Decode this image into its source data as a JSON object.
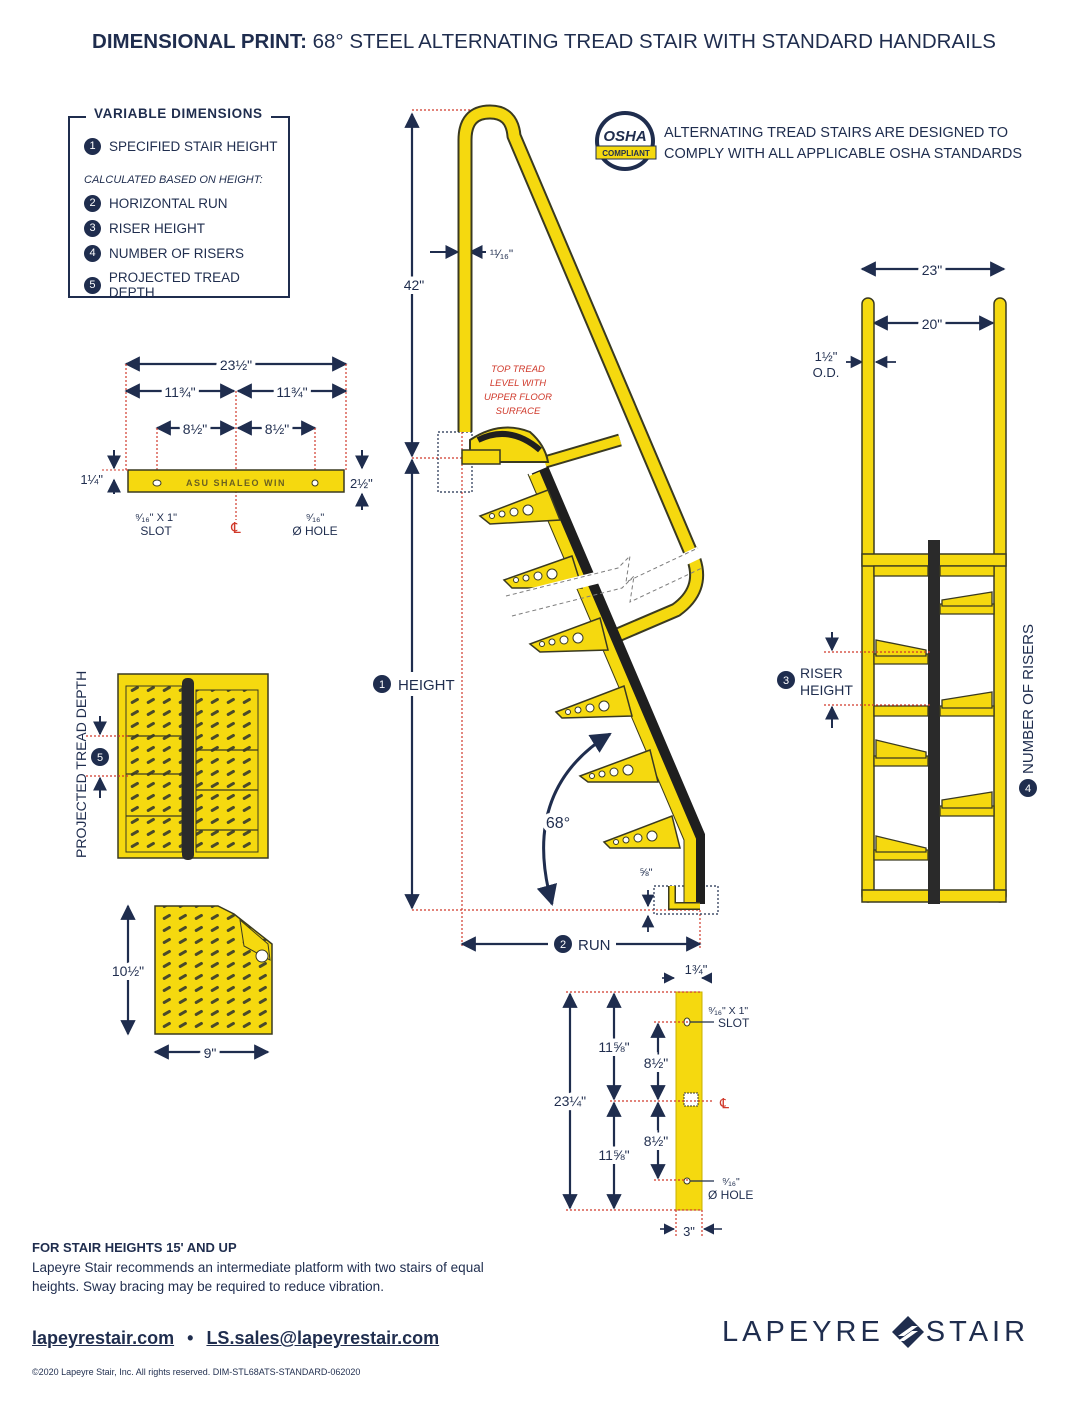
{
  "title": {
    "bold": "DIMENSIONAL PRINT:",
    "rest": " 68° STEEL ALTERNATING TREAD STAIR WITH STANDARD HANDRAILS"
  },
  "legend": {
    "header": "VARIABLE DIMENSIONS",
    "subheader": "CALCULATED BASED ON HEIGHT:",
    "items": [
      {
        "num": "1",
        "label": "SPECIFIED STAIR HEIGHT"
      },
      {
        "num": "2",
        "label": "HORIZONTAL RUN"
      },
      {
        "num": "3",
        "label": "RISER HEIGHT"
      },
      {
        "num": "4",
        "label": "NUMBER OF RISERS"
      },
      {
        "num": "5",
        "label": "PROJECTED TREAD DEPTH"
      }
    ]
  },
  "osha": {
    "badge_main": "OSHA",
    "badge_sub": "COMPLIANT",
    "line1": "ALTERNATING TREAD STAIRS ARE DESIGNED TO",
    "line2": "COMPLY WITH ALL APPLICABLE OSHA STANDARDS"
  },
  "tread_top": {
    "overall": "23½\"",
    "left_half": "11¾\"",
    "right_half": "11¾\"",
    "left_inner": "8½\"",
    "right_inner": "8½\"",
    "left_height": "1¼\"",
    "right_height": "2½\"",
    "slot_line1": "⁹⁄₁₆\" X 1\"",
    "slot_line2": "SLOT",
    "centerline": "℄",
    "hole_line1": "⁹⁄₁₆\"",
    "hole_line2": "Ø HOLE",
    "stamp": "ASU  SHALEO  WIN"
  },
  "side_view": {
    "rail_height": "42\"",
    "rail_offset": "¹¹⁄₁₆\"",
    "note_lines": [
      "TOP TREAD",
      "LEVEL WITH",
      "UPPER FLOOR",
      "SURFACE"
    ],
    "height_num": "1",
    "height_label": "HEIGHT",
    "angle": "68°",
    "base_offset": "⅝\"",
    "run_num": "2",
    "run_label": "RUN"
  },
  "front_view": {
    "outer_width": "23\"",
    "inner_width": "20\"",
    "od_line1": "1½\"",
    "od_line2": "O.D.",
    "riser_num": "3",
    "riser_line1": "RISER",
    "riser_line2": "HEIGHT",
    "risers_num": "4",
    "risers_label": "NUMBER OF RISERS"
  },
  "plan_view": {
    "num": "5",
    "label": "PROJECTED TREAD DEPTH"
  },
  "tread_plate": {
    "height": "10½\"",
    "width": "9\""
  },
  "stringer": {
    "width_top": "1¾\"",
    "width_bottom": "3\"",
    "overall": "23¼\"",
    "upper_half": "11⅝\"",
    "lower_half": "11⅝\"",
    "upper_inner": "8½\"",
    "lower_inner": "8½\"",
    "slot_line1": "⁹⁄₁₆\" X 1\"",
    "slot_line2": "SLOT",
    "centerline": "℄",
    "hole_line1": "⁹⁄₁₆\"",
    "hole_line2": "Ø HOLE"
  },
  "footer": {
    "heading": "FOR STAIR HEIGHTS 15' AND UP",
    "body": "Lapeyre Stair recommends an intermediate platform with two stairs of equal heights. Sway bracing may be required to reduce vibration.",
    "website": "lapeyrestair.com",
    "separator": "•",
    "email": "LS.sales@lapeyrestair.com",
    "copyright": "©2020 Lapeyre Stair, Inc. All rights reserved. DIM-STL68ATS-STANDARD-062020",
    "logo_left": "LAPEYRE",
    "logo_right": "STAIR"
  },
  "colors": {
    "navy": "#1f2d4e",
    "yellow": "#f5d90f",
    "red": "#d0392b",
    "outline": "#3a3a20"
  }
}
